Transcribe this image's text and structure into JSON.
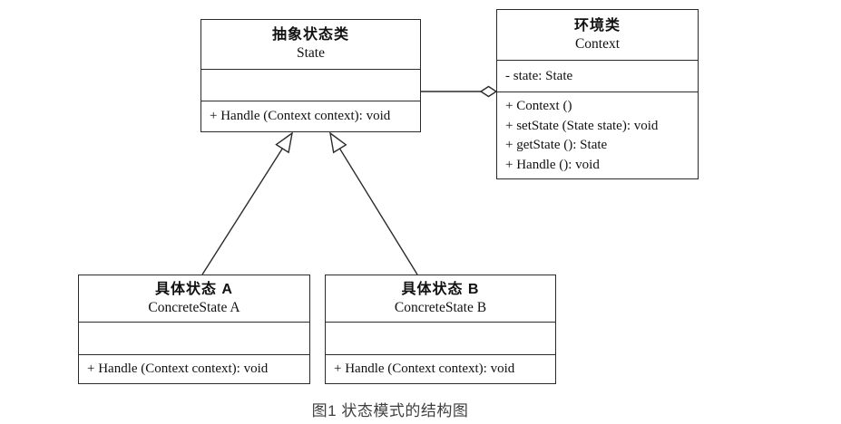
{
  "diagram": {
    "caption": "图1 状态模式的结构图",
    "colors": {
      "background": "#ffffff",
      "line": "#2b2b2b",
      "text": "#111111",
      "caption_text": "#3f3f3f"
    },
    "classes": {
      "state": {
        "title_cn": "抽象状态类",
        "title_en": "State",
        "attributes": [],
        "methods": [
          "+ Handle (Context context): void"
        ]
      },
      "context": {
        "title_cn": "环境类",
        "title_en": "Context",
        "attributes": [
          "- state: State"
        ],
        "methods": [
          "+ Context ()",
          "+ setState (State state): void",
          "+ getState (): State",
          "+ Handle (): void"
        ]
      },
      "concrete_a": {
        "title_cn": "具体状态 A",
        "title_en": "ConcreteState A",
        "attributes": [],
        "methods": [
          "+ Handle (Context context): void"
        ]
      },
      "concrete_b": {
        "title_cn": "具体状态 B",
        "title_en": "ConcreteState B",
        "attributes": [],
        "methods": [
          "+ Handle (Context context): void"
        ]
      }
    },
    "relations": [
      {
        "type": "aggregation",
        "from": "State",
        "to": "Context"
      },
      {
        "type": "inheritance",
        "from": "ConcreteState A",
        "to": "State"
      },
      {
        "type": "inheritance",
        "from": "ConcreteState B",
        "to": "State"
      }
    ]
  }
}
